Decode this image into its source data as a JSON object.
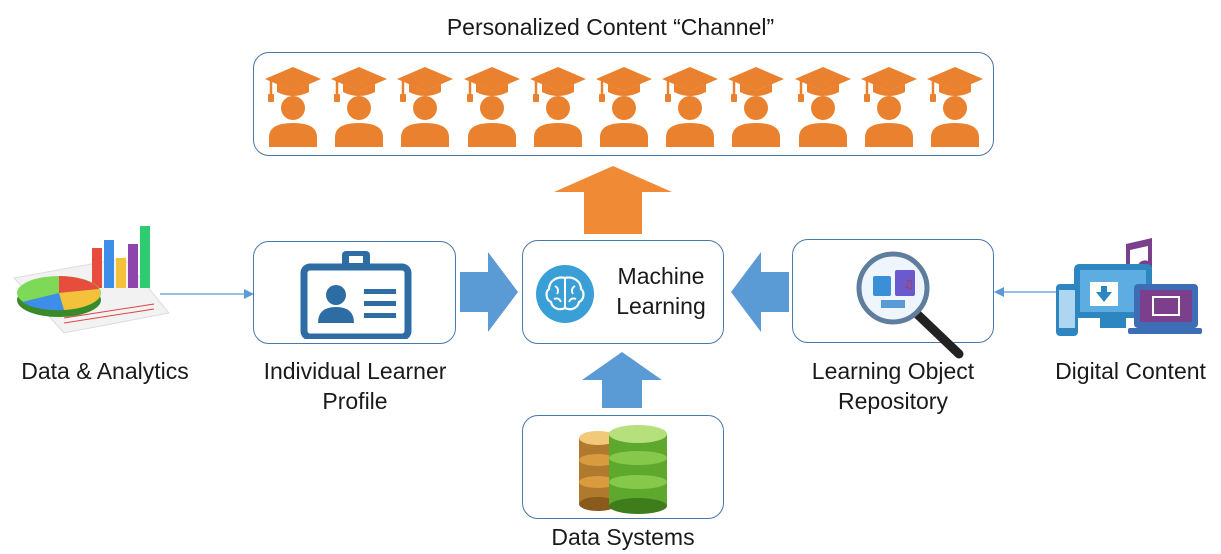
{
  "title": "Personalized Content “Channel”",
  "graduate_count": 11,
  "nodes": {
    "data_analytics": "Data & Analytics",
    "learner_profile_line1": "Individual Learner",
    "learner_profile_line2": "Profile",
    "machine_learning_line1": "Machine",
    "machine_learning_line2": "Learning",
    "learning_object_line1": "Learning Object",
    "learning_object_line2": "Repository",
    "digital_content": "Digital Content",
    "data_systems": "Data Systems"
  },
  "icons": {
    "graduate": "graduate-icon",
    "analytics": "analytics-chart-icon",
    "id_card": "id-card-icon",
    "brain": "brain-icon",
    "magnifier": "magnifier-icon",
    "devices": "digital-devices-icon",
    "database": "database-icon"
  },
  "colors": {
    "graduate_orange": "#e9812e",
    "arrow_orange": "#f08a35",
    "arrow_blue": "#5b9bd5",
    "box_border": "#4a78a8",
    "id_card_blue": "#2e6da4"
  }
}
